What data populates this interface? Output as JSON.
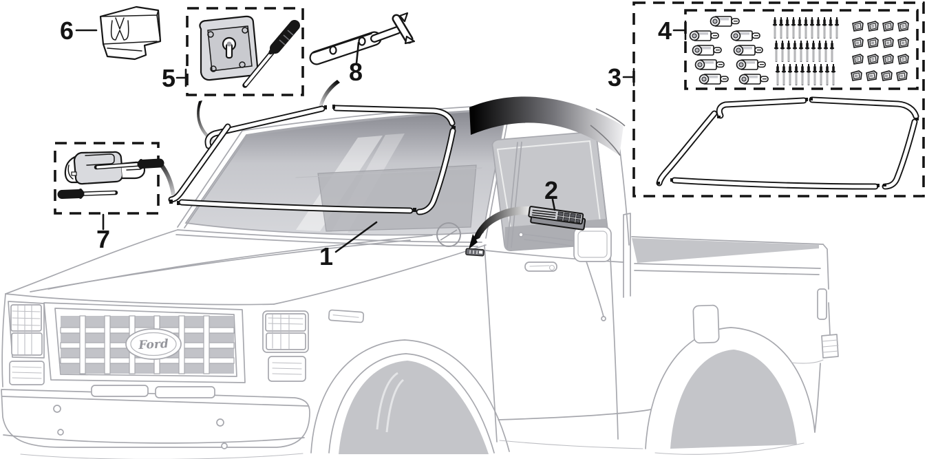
{
  "diagram_title": "Truck windshield and rear window molding parts diagram",
  "callouts": [
    {
      "id": "1",
      "target": "windshield-molding-set"
    },
    {
      "id": "2",
      "target": "fender-emblem"
    },
    {
      "id": "3",
      "target": "rear-window-molding-kit"
    },
    {
      "id": "4",
      "target": "hardware-kit"
    },
    {
      "id": "5",
      "target": "molding-clip-with-rivet"
    },
    {
      "id": "6",
      "target": "molding-snap-clip"
    },
    {
      "id": "7",
      "target": "molding-bracket-with-rivets"
    },
    {
      "id": "8",
      "target": "molding-end-bracket"
    }
  ],
  "grille": {
    "logo_text": "Ford"
  },
  "hardware_kit_contents": {
    "bracket_clips": 9,
    "rivet_rows": [
      11,
      10,
      10
    ],
    "edge_clips": 16
  },
  "molding_sets": {
    "windshield_pieces": 5,
    "rear_window_pieces": 5
  },
  "colors": {
    "part_line": "#161616",
    "truck_line": "#a7a8ae",
    "glass_shade": "#c6c7cb"
  }
}
